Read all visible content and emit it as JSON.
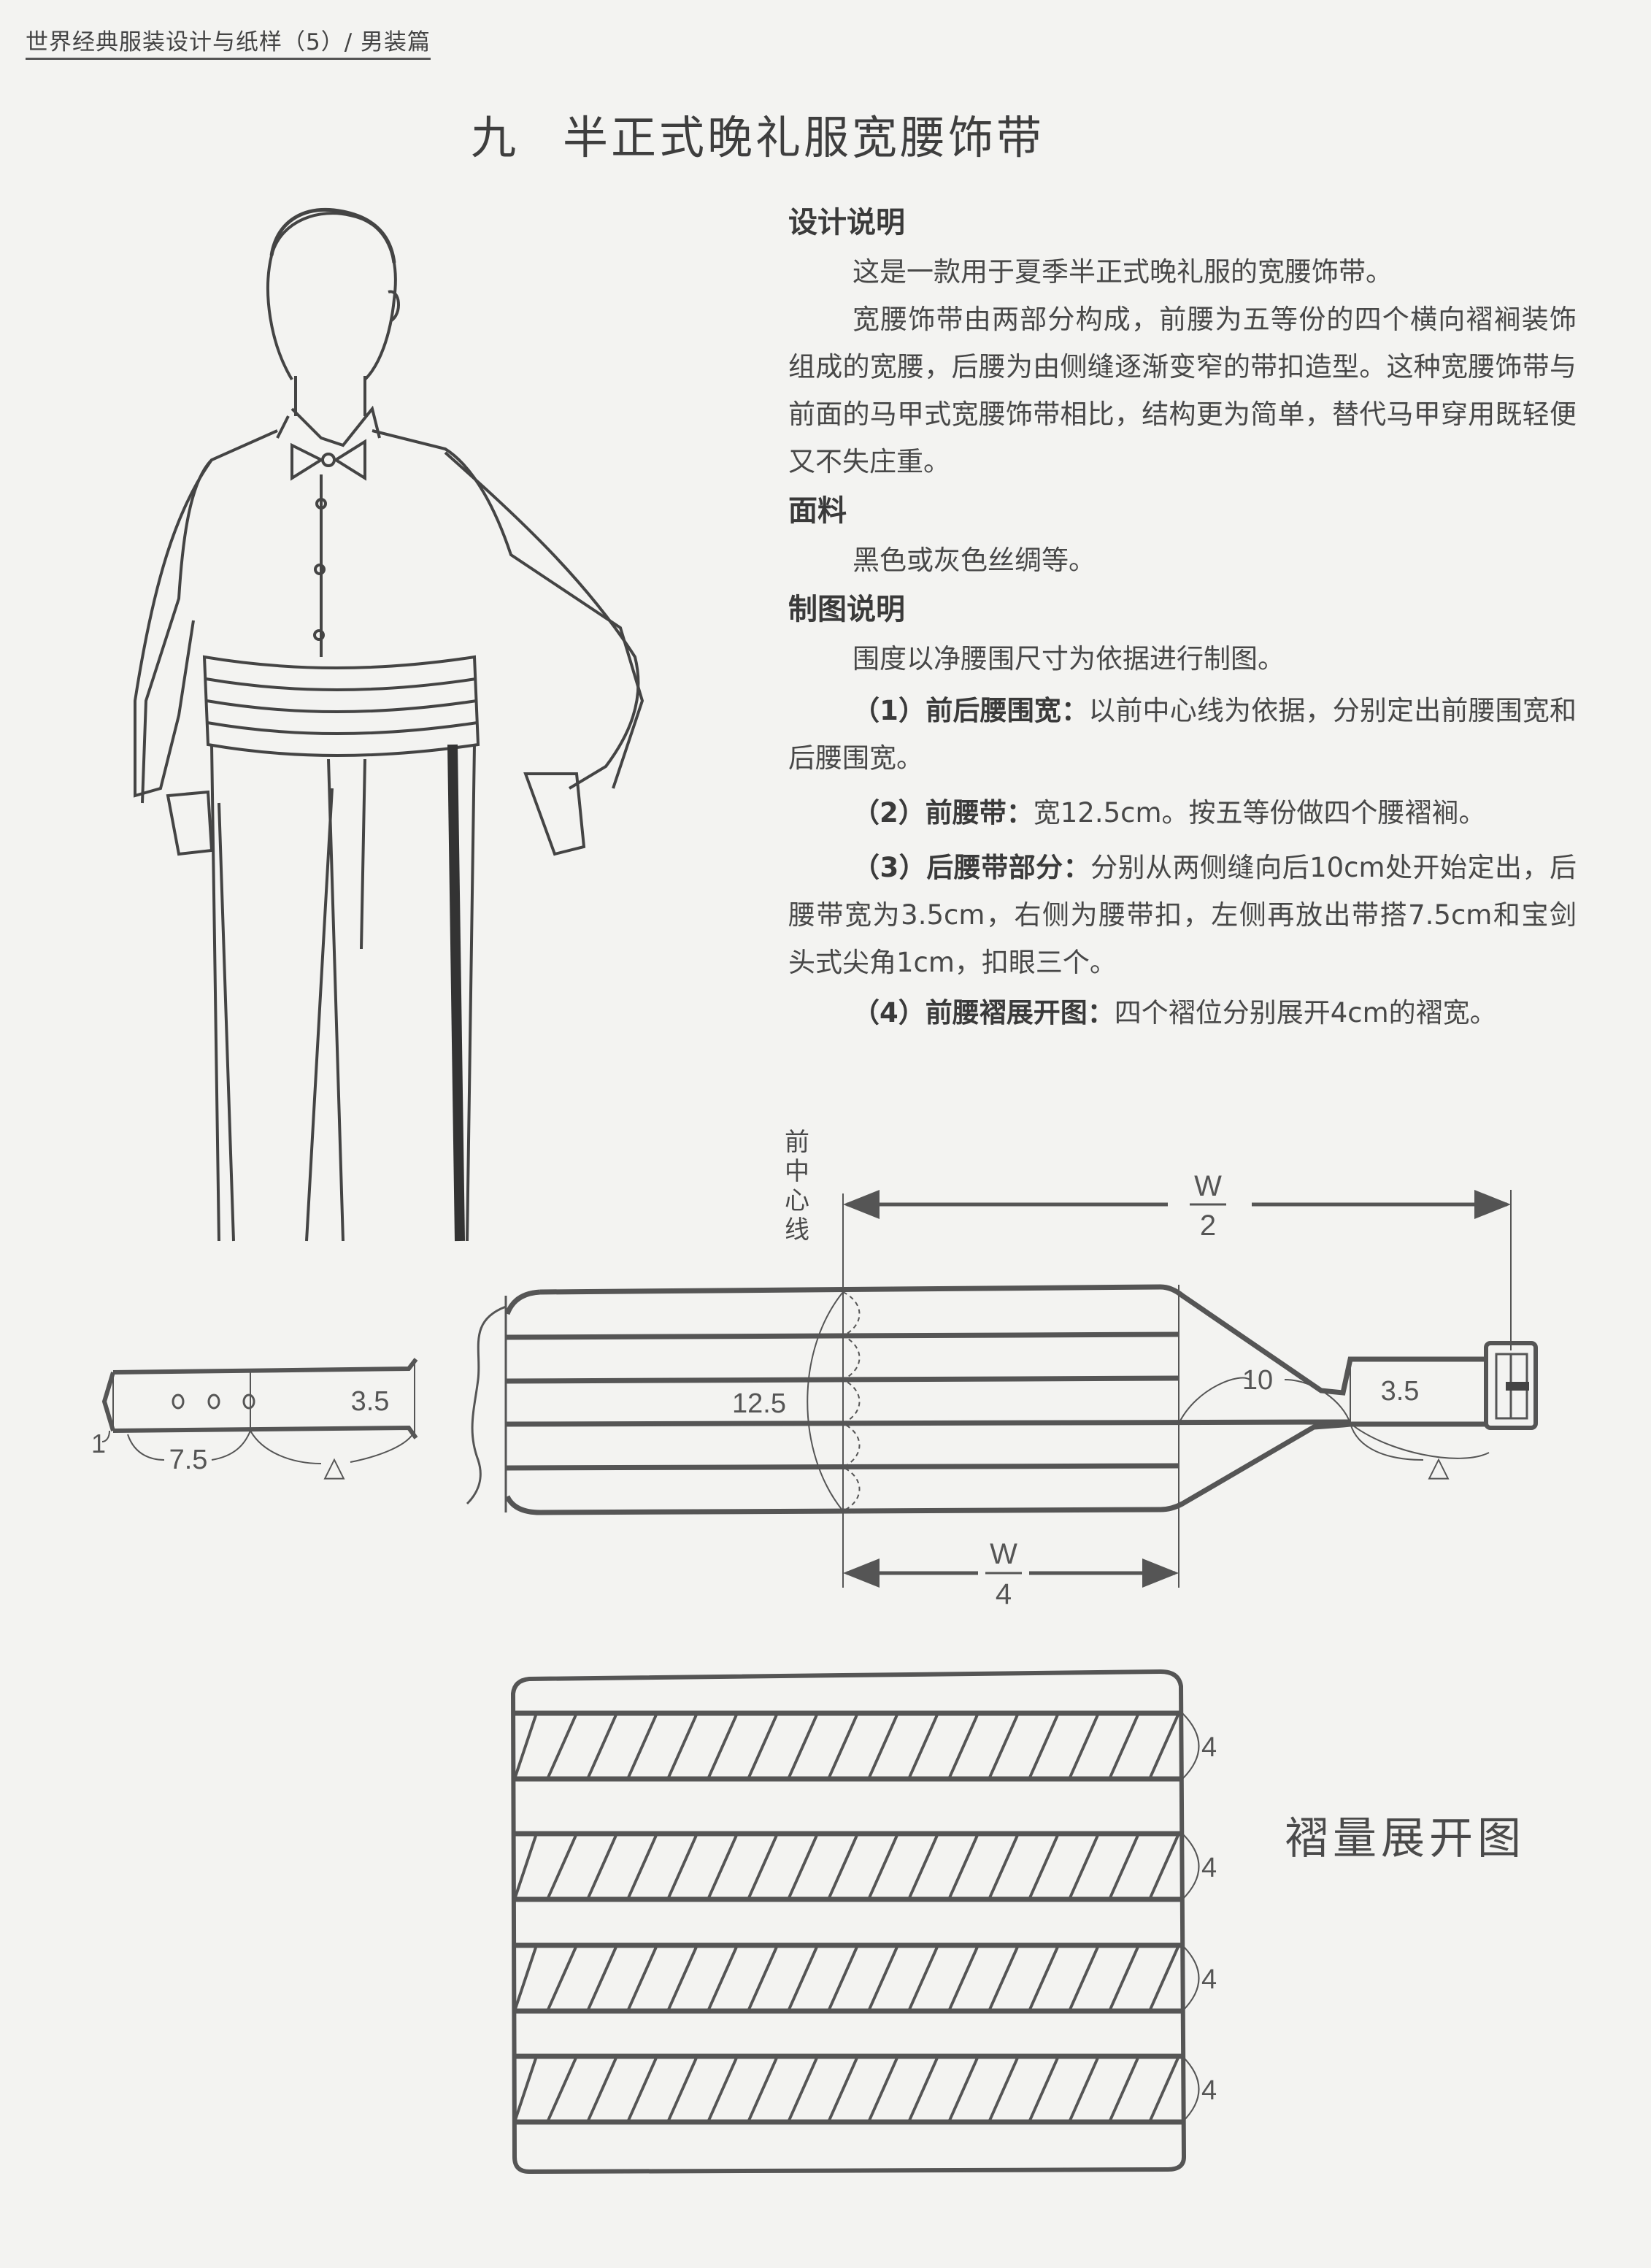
{
  "header": {
    "running_title": "世界经典服装设计与纸样（5）/ 男装篇"
  },
  "title": {
    "number": "九",
    "text": "半正式晚礼服宽腰饰带"
  },
  "design": {
    "heading": "设计说明",
    "paragraphs": [
      "这是一款用于夏季半正式晚礼服的宽腰饰带。",
      "宽腰饰带由两部分构成，前腰为五等份的四个横向褶裥装饰组成的宽腰，后腰为由侧缝逐渐变窄的带扣造型。这种宽腰饰带与前面的马甲式宽腰饰带相比，结构更为简单，替代马甲穿用既轻便又不失庄重。"
    ]
  },
  "fabric": {
    "heading": "面料",
    "text": "黑色或灰色丝绸等。"
  },
  "drafting": {
    "heading": "制图说明",
    "intro": "围度以净腰围尺寸为依据进行制图。",
    "items": [
      {
        "num": "（1）",
        "title": "前后腰围宽：",
        "text": "以前中心线为依据，分别定出前腰围宽和后腰围宽。"
      },
      {
        "num": "（2）",
        "title": "前腰带：",
        "text": "宽12.5cm。按五等份做四个腰褶裥。"
      },
      {
        "num": "（3）",
        "title": "后腰带部分：",
        "text": "分别从两侧缝向后10cm处开始定出，后腰带宽为3.5cm，右侧为腰带扣，左侧再放出带搭7.5cm和宝剑头式尖角1cm，扣眼三个。"
      },
      {
        "num": "（4）",
        "title": "前腰褶展开图：",
        "text": "四个褶位分别展开4cm的褶宽。"
      }
    ]
  },
  "draft_labels": {
    "center_line": "前中心线",
    "w_half_num": "W",
    "w_half_den": "2",
    "w_quarter_num": "W",
    "w_quarter_den": "4",
    "front_width": "12.5",
    "back_offset": "10",
    "strap_width_right": "3.5",
    "strap_width_left": "3.5",
    "tab_length": "7.5",
    "point": "1",
    "delta": "△"
  },
  "pleat_diagram": {
    "caption": "褶量展开图",
    "pleat_widths": [
      "4",
      "4",
      "4",
      "4"
    ]
  },
  "colors": {
    "ink": "#555555",
    "paper": "#f3f3f1"
  }
}
